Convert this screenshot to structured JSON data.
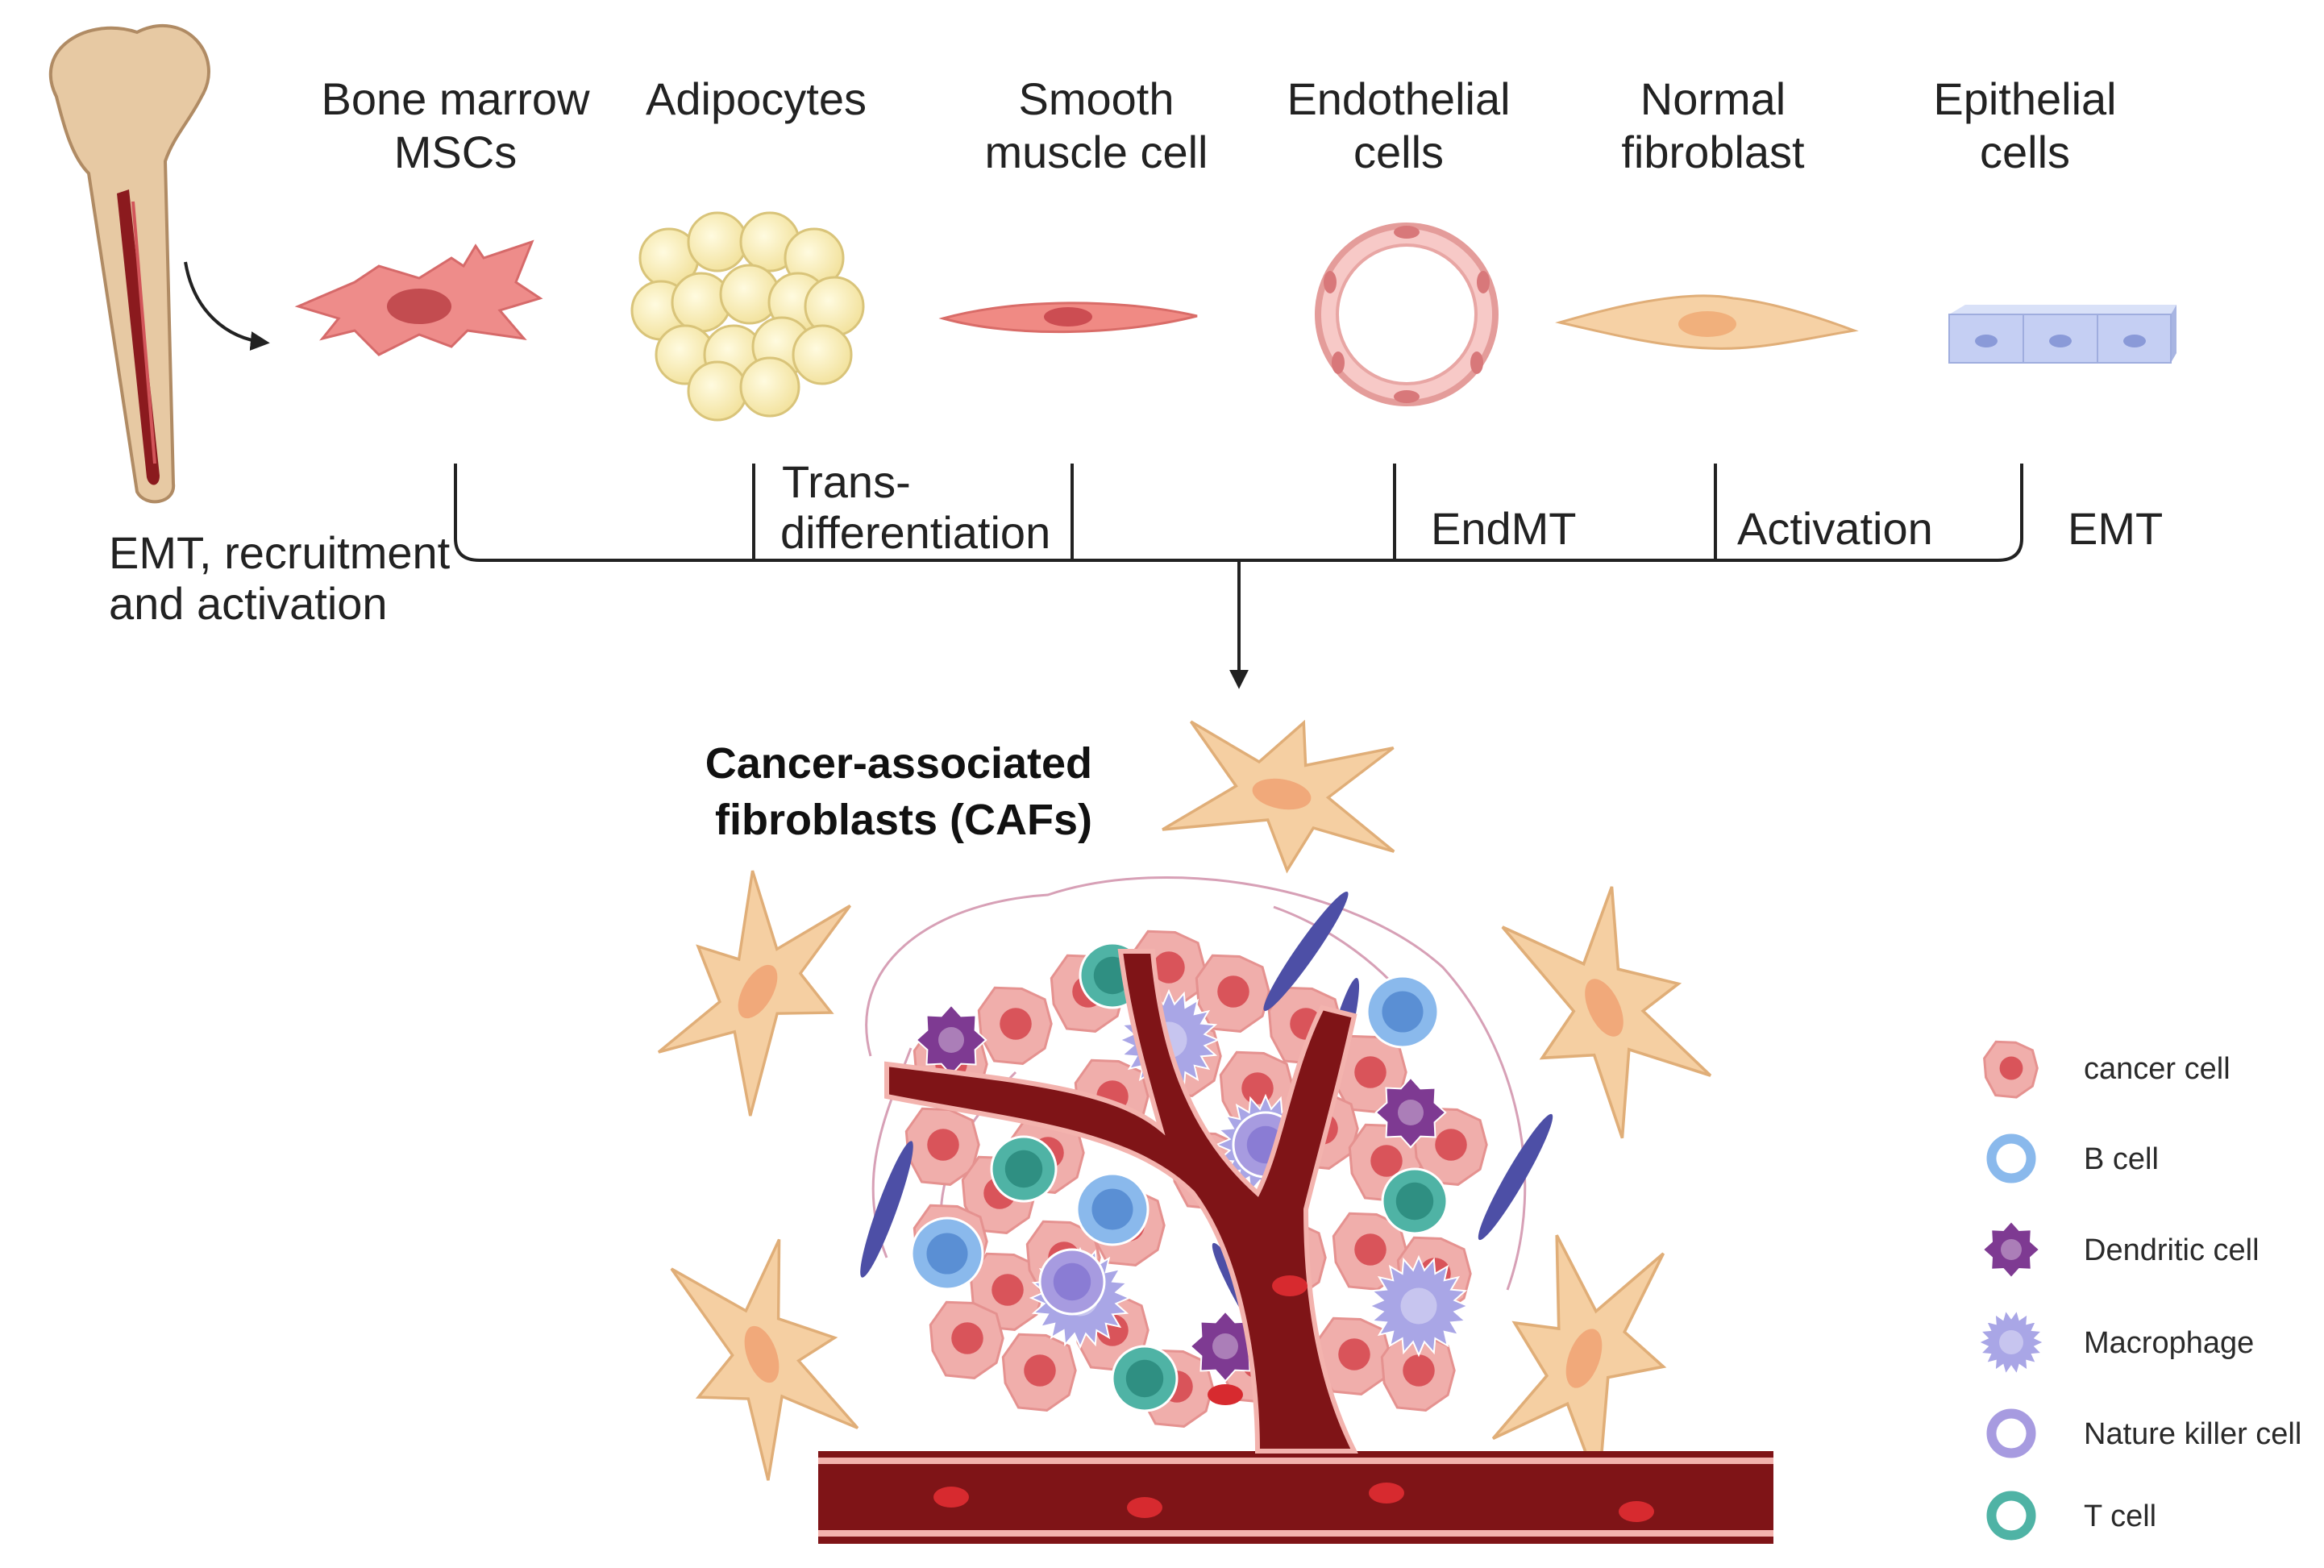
{
  "sources": [
    {
      "id": "bmsc",
      "line1": "Bone marrow",
      "line2": "MSCs"
    },
    {
      "id": "adipo",
      "line1": "Adipocytes",
      "line2": ""
    },
    {
      "id": "smc",
      "line1": "Smooth",
      "line2": "muscle cell"
    },
    {
      "id": "endo",
      "line1": "Endothelial",
      "line2": "cells"
    },
    {
      "id": "nfib",
      "line1": "Normal",
      "line2": "fibroblast"
    },
    {
      "id": "epi",
      "line1": "Epithelial",
      "line2": "cells"
    }
  ],
  "processes": {
    "emt_recruitment_line1": "EMT, recruitment",
    "emt_recruitment_line2": "and activation",
    "trans_line1": "Trans-",
    "trans_line2": "differentiation",
    "endmt": "EndMT",
    "activation": "Activation",
    "emt": "EMT"
  },
  "caf_title": {
    "line1": "Cancer-associated",
    "line2": "fibroblasts (CAFs)"
  },
  "legend": [
    {
      "label": "cancer cell",
      "icon": "cancer-cell-icon",
      "color": "#e8787a"
    },
    {
      "label": "B cell",
      "icon": "b-cell-icon",
      "color": "#8ab9ec"
    },
    {
      "label": "Dendritic cell",
      "icon": "dendritic-cell-icon",
      "color": "#7e3a92"
    },
    {
      "label": "Macrophage",
      "icon": "macrophage-icon",
      "color": "#a9a6e6"
    },
    {
      "label": "Nature killer cell",
      "icon": "nk-cell-icon",
      "color": "#a79be0"
    },
    {
      "label": "T cell",
      "icon": "t-cell-icon",
      "color": "#4fb3a5"
    }
  ],
  "colors": {
    "fibroblast": "#f5cfa2",
    "vessel": "#7f1417",
    "msc": "#ee8c8a",
    "epithelial": "#b8c5ee"
  }
}
